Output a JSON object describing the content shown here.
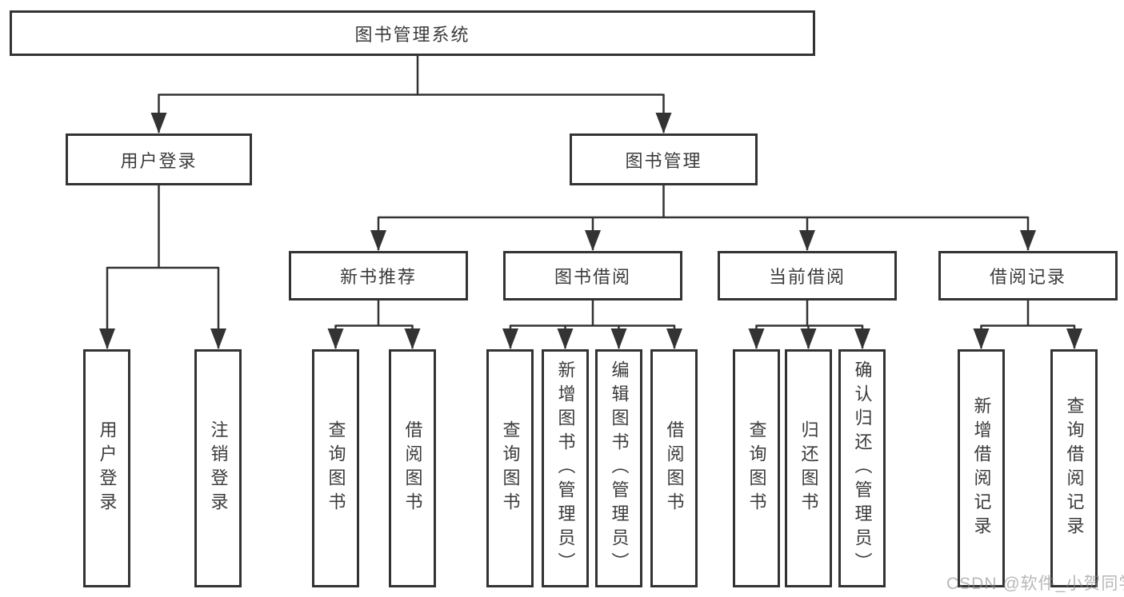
{
  "root": {
    "label": "图书管理系统"
  },
  "branches": {
    "user_login": {
      "label": "用户登录",
      "children": [
        {
          "label": "用户登录"
        },
        {
          "label": "注销登录"
        }
      ]
    },
    "book_management": {
      "label": "图书管理",
      "sections": [
        {
          "label": "新书推荐",
          "children": [
            {
              "label": "查询图书"
            },
            {
              "label": "借阅图书"
            }
          ]
        },
        {
          "label": "图书借阅",
          "children": [
            {
              "label": "查询图书"
            },
            {
              "label": "新增图书（管理员）"
            },
            {
              "label": "编辑图书（管理员）"
            },
            {
              "label": "借阅图书"
            }
          ]
        },
        {
          "label": "当前借阅",
          "children": [
            {
              "label": "查询图书"
            },
            {
              "label": "归还图书"
            },
            {
              "label": "确认归还（管理员）"
            }
          ]
        },
        {
          "label": "借阅记录",
          "children": [
            {
              "label": "新增借阅记录"
            },
            {
              "label": "查询借阅记录"
            }
          ]
        }
      ]
    }
  },
  "watermark": {
    "text": "CSDN @软件_小贺同学"
  },
  "colors": {
    "line": "#333333",
    "text": "#3b3b3b",
    "bg": "#ffffff",
    "watermark": "#8c8c8c"
  }
}
